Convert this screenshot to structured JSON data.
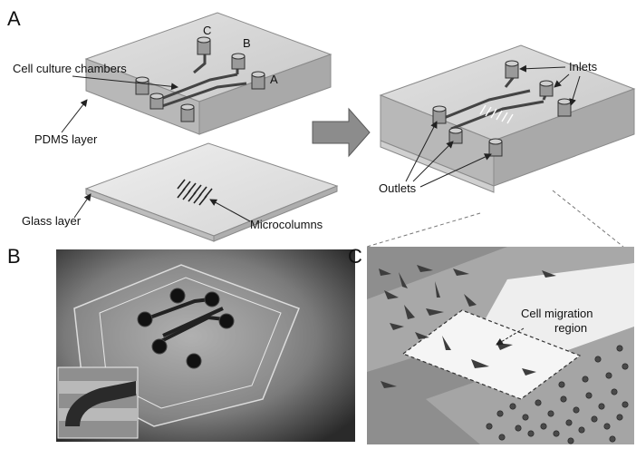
{
  "panels": {
    "a": {
      "letter": "A"
    },
    "b": {
      "letter": "B"
    },
    "c": {
      "letter": "C"
    }
  },
  "labels": {
    "port_c": "C",
    "port_b": "B",
    "port_a": "A",
    "cell_culture_chambers": "Cell culture chambers",
    "pdms_layer": "PDMS layer",
    "glass_layer": "Glass layer",
    "microcolumns": "Microcolumns",
    "inlets": "Inlets",
    "outlets": "Outlets",
    "cell_migration_line1": "Cell migration",
    "cell_migration_line2": "region"
  },
  "colors": {
    "block_top": "#d9d9d9",
    "block_side": "#b5b5b5",
    "block_edge": "#8a8a8a",
    "glass": "#e6e6e6",
    "arrow": "#8c8c8c",
    "photo_bg": "#3a3a3a",
    "channel_dark": "#555555",
    "c_panel_bg": "#9a9a9a"
  }
}
